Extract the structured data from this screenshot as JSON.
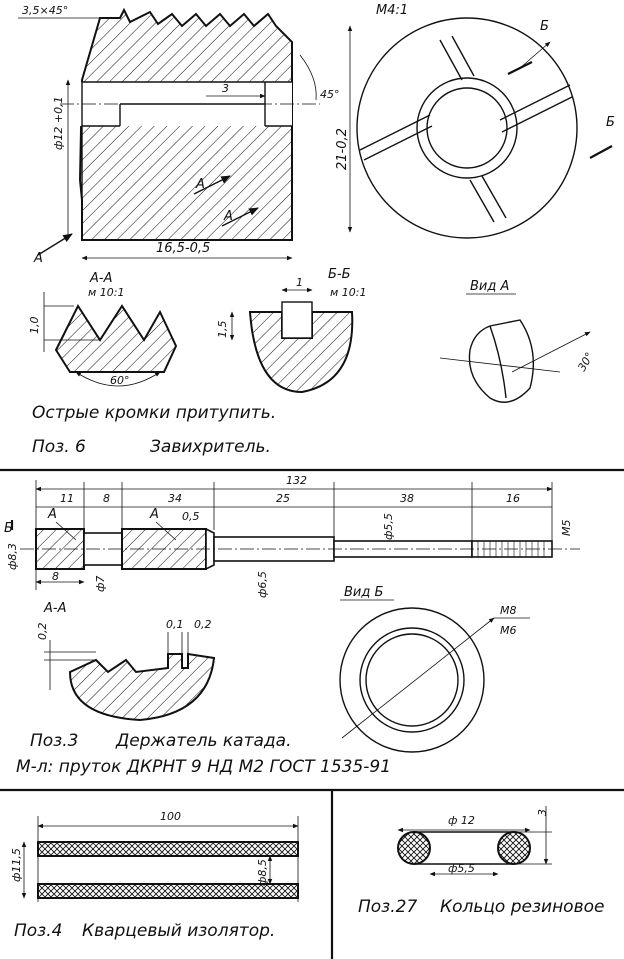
{
  "scale_top": "М4:1",
  "part6": {
    "chamfer": "3,5×45°",
    "bore_dim": "ф12 +0,1",
    "depth_dim": "3",
    "angle_dim": "45°",
    "height_dim": "21-0,2",
    "length_dim": "16,5-0,5",
    "view_a_arrow": "А",
    "section_a_mark": "А",
    "section_b_mark": "Б",
    "section_aa_title": "А-А",
    "section_aa_scale": "м 10:1",
    "section_aa_depth": "1,0",
    "section_aa_angle": "60°",
    "section_bb_title": "Б-Б",
    "section_bb_scale": "м 10:1",
    "section_bb_width": "1",
    "section_bb_depth": "1,5",
    "view_a_title": "Вид А",
    "view_a_angle": "30°",
    "note": "Острые кромки притупить.",
    "pos_label": "Поз. 6",
    "name": "Завихритель."
  },
  "part3": {
    "total_len": "132",
    "len_11": "11",
    "len_8a": "8",
    "len_34": "34",
    "len_25": "25",
    "len_38": "38",
    "len_16": "16",
    "len_05": "0,5",
    "len_8b": "8",
    "dia_83": "ф8,3",
    "dia_7": "ф7",
    "dia_65": "ф6,5",
    "dia_55": "ф5,5",
    "thread": "М5",
    "mark_b": "Б",
    "mark_a1": "А",
    "mark_a2": "А",
    "section_aa_title": "А-А",
    "sec_02a": "0,2",
    "sec_01": "0,1",
    "sec_02b": "0,2",
    "view_b_title": "Вид Б",
    "thread_m8": "М8",
    "thread_m6": "М6",
    "pos_label": "Поз.3",
    "name": "Держатель катада.",
    "material": "М-л: пруток  ДКРНТ 9 НД М2  ГОСТ 1535-91"
  },
  "part4": {
    "length": "100",
    "outer_dia": "ф11,5",
    "inner_dia": "ф8,5",
    "pos_label": "Поз.4",
    "name": "Кварцевый изолятор."
  },
  "part27": {
    "outer_dia": "ф 12",
    "inner_dia": "ф5,5",
    "section_dia": "3",
    "pos_label": "Поз.27",
    "name": "Кольцо резиновое"
  }
}
